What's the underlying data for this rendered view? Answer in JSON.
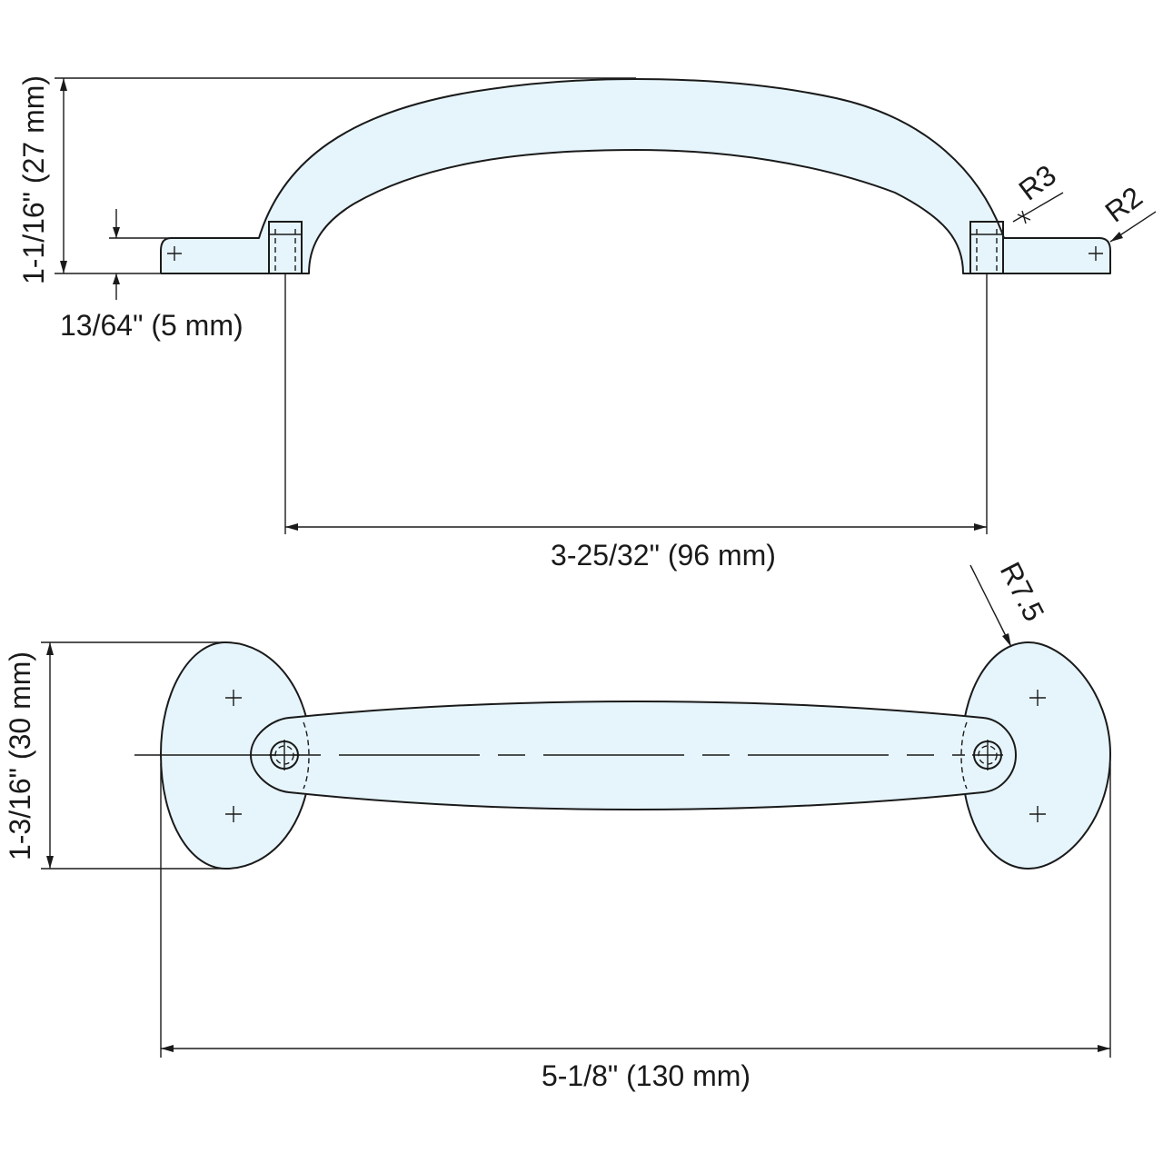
{
  "diagram": {
    "colors": {
      "part_fill": "#e6f5fc",
      "line": "#1a1a1a",
      "background": "#ffffff"
    },
    "side_view": {
      "height_label": "1-1/16\" (27 mm)",
      "base_thickness_label": "13/64\" (5 mm)",
      "hole_spacing_label": "3-25/32\" (96 mm)",
      "inner_radius_label": "R3",
      "end_radius_label": "R2"
    },
    "top_view": {
      "width_label": "1-3/16\" (30 mm)",
      "overall_length_label": "5-1/8\" (130 mm)",
      "base_radius_label": "R7.5"
    }
  }
}
